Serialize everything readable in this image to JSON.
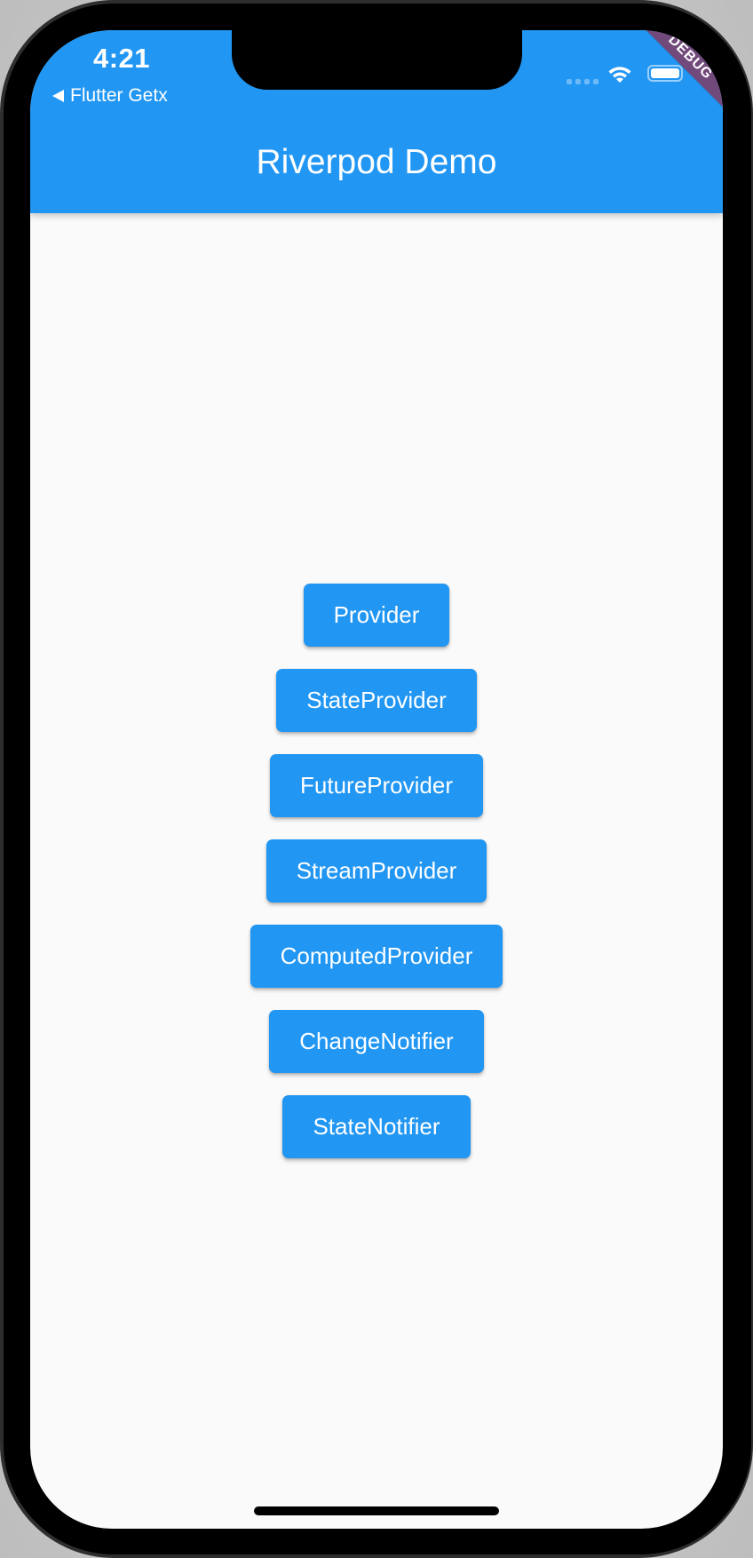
{
  "status_bar": {
    "time": "4:21",
    "back_label": "Flutter Getx",
    "icons": [
      "signal-icon",
      "wifi-icon",
      "battery-icon"
    ]
  },
  "app_bar": {
    "title": "Riverpod Demo",
    "color": "#2196F3"
  },
  "debug_banner": {
    "label": "DEBUG"
  },
  "main": {
    "buttons": [
      {
        "label": "Provider"
      },
      {
        "label": "StateProvider"
      },
      {
        "label": "FutureProvider"
      },
      {
        "label": "StreamProvider"
      },
      {
        "label": "ComputedProvider"
      },
      {
        "label": "ChangeNotifier"
      },
      {
        "label": "StateNotifier"
      }
    ],
    "button_color": "#2196F3",
    "background": "#FAFAFA"
  }
}
